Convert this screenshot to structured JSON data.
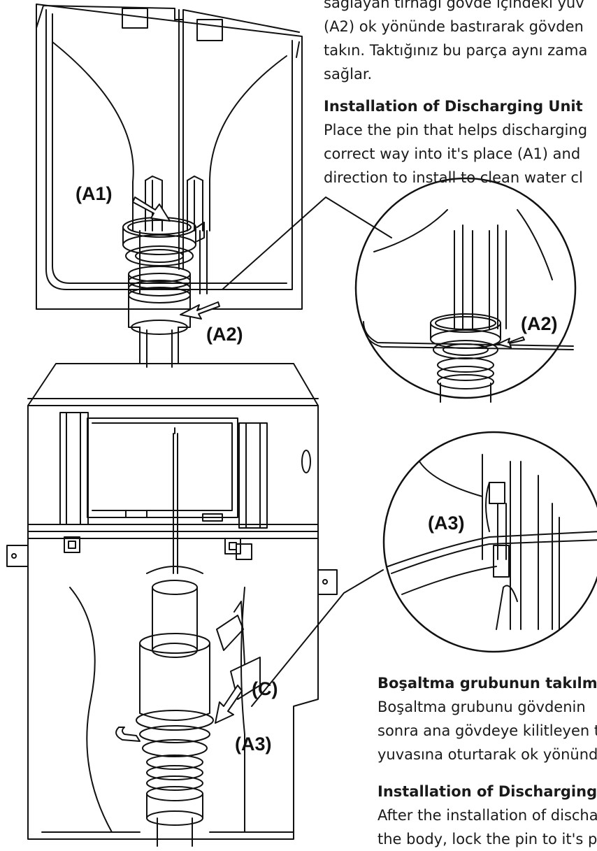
{
  "top_text": {
    "tr_line1": "sağlayan tırnağı gövde içindeki yuv",
    "tr_line2": "(A2) ok yönünde bastırarak gövden",
    "tr_line3": "takın. Taktığınız bu parça aynı zama",
    "tr_line4": "sağlar.",
    "en_heading": "Installation of Discharging Unit",
    "en_line1": "Place the pin that helps discharging",
    "en_line2": "correct way into it's place (A1) and",
    "en_line3": "direction to install to clean water cl"
  },
  "bottom_text": {
    "tr_heading": "Boşaltma grubunun takılma",
    "tr_line1": "Boşaltma grubunu gövdenin",
    "tr_line2": "sonra ana gövdeye kilitleyen t",
    "tr_line3": "yuvasına oturtarak ok yönünd",
    "en_heading": "Installation of Discharging (",
    "en_line1": "After the installation of discha",
    "en_line2": "the body, lock the pin to it's p"
  },
  "labels": {
    "a1": "(A1)",
    "a2": "(A2)",
    "a2_detail": "(A2)",
    "a3_detail": "(A3)",
    "c": "(C)",
    "a3": "(A3)"
  }
}
